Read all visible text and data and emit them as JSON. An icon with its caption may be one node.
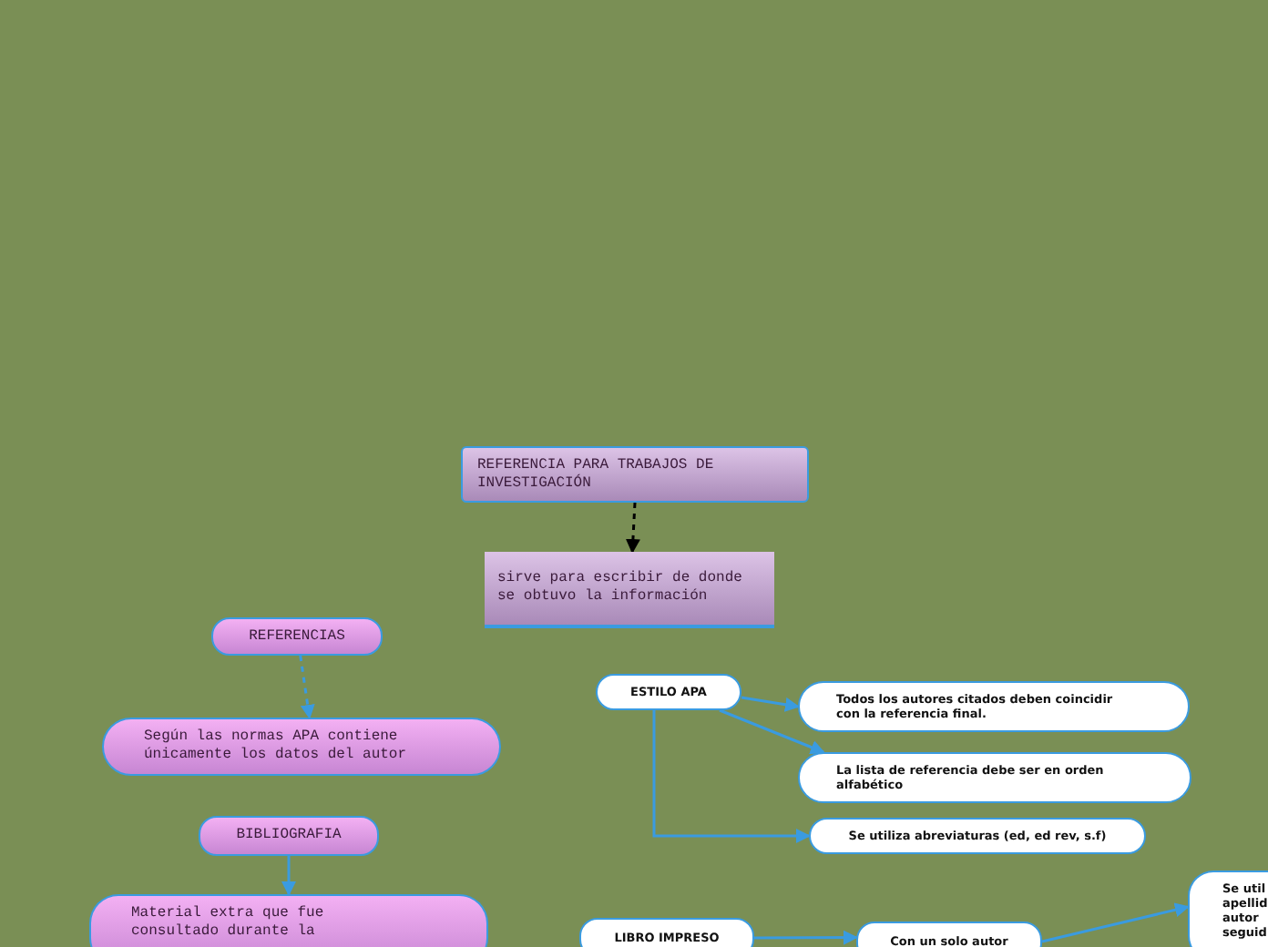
{
  "diagram": {
    "nodes": [
      {
        "text": [
          "REFERENCIA PARA TRABAJOS DE INVESTIGACIÓN"
        ]
      },
      {
        "text": [
          "sirve para escribir de donde se obtuvo la información"
        ]
      },
      {
        "text": [
          "REFERENCIAS"
        ]
      },
      {
        "text": [
          "Según las normas APA contiene únicamente los datos del autor"
        ]
      },
      {
        "text": [
          "BIBLIOGRAFIA"
        ]
      },
      {
        "text": [
          "Material extra que fue consultado durante la"
        ]
      },
      {
        "text": [
          "ESTILO APA"
        ]
      },
      {
        "text": [
          "Todos los autores citados deben coincidir con la referencia final."
        ]
      },
      {
        "text": [
          "La lista de referencia debe ser en orden alfabético"
        ]
      },
      {
        "text": [
          "Se utiliza abreviaturas (ed, ed rev, s.f)"
        ]
      },
      {
        "text": [
          "LIBRO IMPRESO"
        ]
      },
      {
        "text": [
          "Con un solo autor"
        ]
      },
      {
        "text": [
          "Se util apellid autor seguid"
        ]
      }
    ],
    "edges": [
      {
        "from": 0,
        "to": 1,
        "arrow": "to",
        "style": "dashed",
        "color": "#000000"
      },
      {
        "from": 2,
        "to": 3,
        "arrow": "to",
        "style": "dashed"
      },
      {
        "from": 4,
        "to": 5,
        "arrow": "to"
      },
      {
        "from": 6,
        "to": 7,
        "arrow": "to"
      },
      {
        "from": 6,
        "to": 8,
        "arrow": "to"
      },
      {
        "from": 6,
        "to": 9,
        "arrow": "to"
      },
      {
        "from": 10,
        "to": 11,
        "arrow": "to"
      },
      {
        "from": 11,
        "to": 12,
        "arrow": "to"
      }
    ]
  }
}
